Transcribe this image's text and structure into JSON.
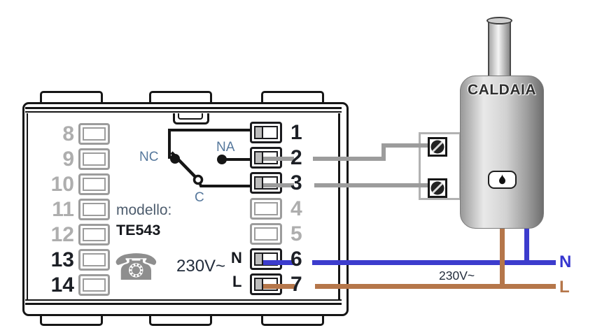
{
  "diagram": {
    "thermostat": {
      "model_label": "modello:",
      "model_value": "TE543",
      "left_terminal_numbers": [
        "8",
        "9",
        "10",
        "11",
        "12",
        "13",
        "14"
      ],
      "right_terminal_numbers": [
        "1",
        "2",
        "3",
        "4",
        "5",
        "6",
        "7"
      ],
      "switch_labels": {
        "nc": "NC",
        "na": "NA",
        "c": "C"
      },
      "power": {
        "voltage": "230V~",
        "neutral": "N",
        "line": "L"
      },
      "icons": {
        "phone": "☎"
      }
    },
    "boiler": {
      "title": "CALDAIA",
      "icons": {
        "flame": "flame-icon",
        "screw": "screw-terminal-icon"
      }
    },
    "supply": {
      "voltage": "230V~",
      "neutral": "N",
      "line": "L"
    },
    "colors": {
      "neutral_wire": "#3c3ccd",
      "line_wire": "#b5764a",
      "signal_wire": "#9c9c9c"
    }
  }
}
